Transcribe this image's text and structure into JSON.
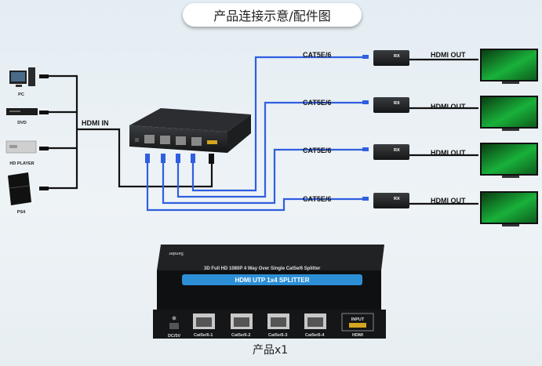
{
  "header": {
    "title": "产品连接示意/配件图"
  },
  "sources": [
    {
      "label": "PC",
      "icon": "pc-icon"
    },
    {
      "label": "DVD",
      "icon": "dvd-player-icon"
    },
    {
      "label": "HD PLAYER",
      "icon": "hd-player-icon"
    },
    {
      "label": "PS4",
      "icon": "ps4-icon"
    }
  ],
  "diagram": {
    "hdmi_in_label": "HDMI IN",
    "cable_labels": [
      "CAT5E/6",
      "CAT5E/6",
      "CAT5E/6",
      "CAT5E/6"
    ],
    "output_labels": [
      "HDMI OUT",
      "HDMI OUT",
      "HDMI OUT",
      "HDMI OUT"
    ],
    "receiver_badge": "RX"
  },
  "product": {
    "sender_label": "Sender",
    "subtitle": "3D Full HD 1080P 4 Way Over Single Cat5e/6 Splitter",
    "panel_title": "HDMI UTP 1x4 SPLITTER",
    "power_label": "DC/5V",
    "ports": [
      "Cat5e/6-1",
      "Cat5e/6-2",
      "Cat5e/6-3",
      "Cat5e/6-4"
    ],
    "input_label": "INPUT",
    "hdmi_label": "HDMI",
    "caption": "产品x1"
  },
  "colors": {
    "cable_blue": "#2f5fe0",
    "cable_black": "#111111",
    "screen_green": "#19b13a"
  }
}
